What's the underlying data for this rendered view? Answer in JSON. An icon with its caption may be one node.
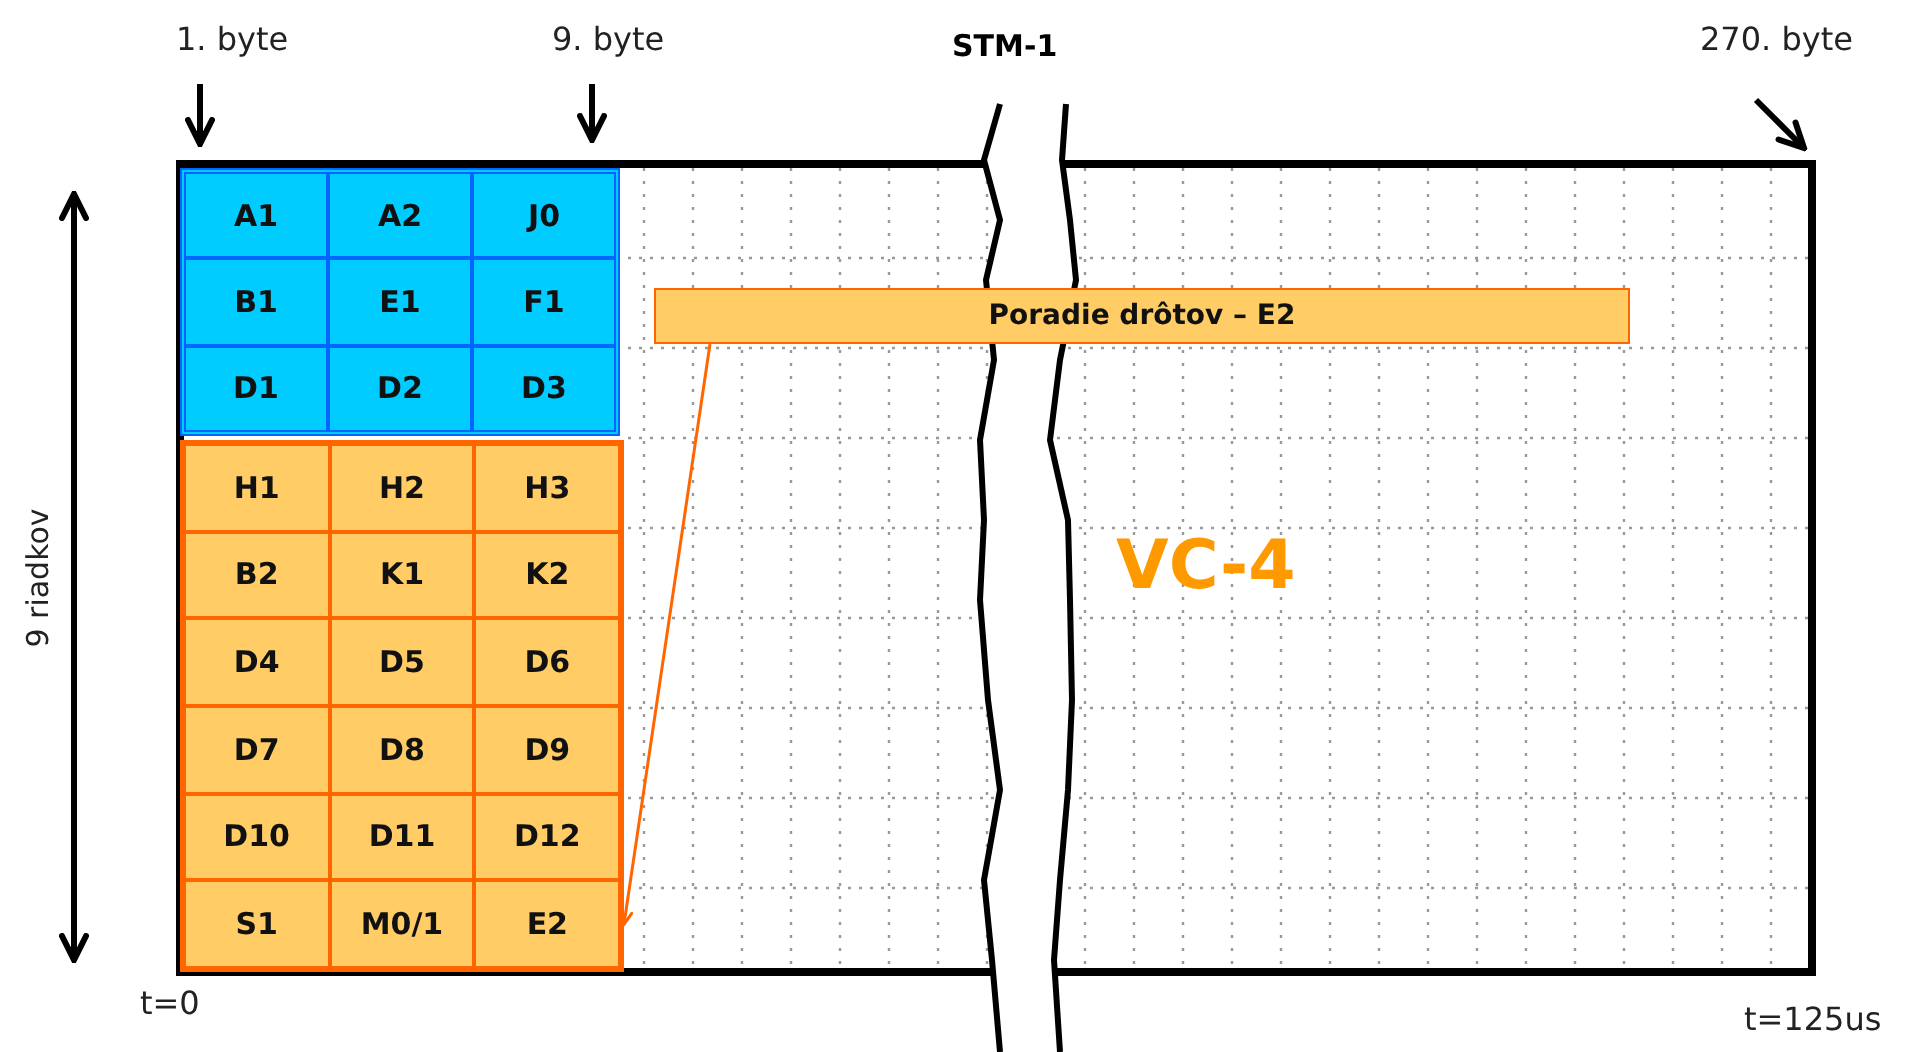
{
  "diagram": {
    "title": "STM-1",
    "nodes": [
      {
        "text": [],
        "shape": "box"
      },
      {
        "text": [],
        "shape": "box",
        "in": 0
      },
      {
        "text": [
          "A1"
        ],
        "in": 1
      },
      {
        "text": [
          "A2"
        ],
        "in": 1
      },
      {
        "text": [
          "J0"
        ],
        "in": 1
      },
      {
        "text": [
          "B1"
        ],
        "in": 1
      },
      {
        "text": [
          "E1"
        ],
        "in": 1
      },
      {
        "text": [
          "F1"
        ],
        "in": 1
      },
      {
        "text": [
          "D1"
        ],
        "in": 1
      },
      {
        "text": [
          "D2"
        ],
        "in": 1
      },
      {
        "text": [
          "D3"
        ],
        "in": 1
      },
      {
        "text": [],
        "shape": "box",
        "in": 0
      },
      {
        "text": [
          "H1"
        ],
        "in": 11
      },
      {
        "text": [
          "H2"
        ],
        "in": 11
      },
      {
        "text": [
          "H3"
        ],
        "in": 11
      },
      {
        "text": [
          "B2"
        ],
        "in": 11
      },
      {
        "text": [
          "K1"
        ],
        "in": 11
      },
      {
        "text": [
          "K2"
        ],
        "in": 11
      },
      {
        "text": [
          "D4"
        ],
        "in": 11
      },
      {
        "text": [
          "D5"
        ],
        "in": 11
      },
      {
        "text": [
          "D6"
        ],
        "in": 11
      },
      {
        "text": [
          "D7"
        ],
        "in": 11
      },
      {
        "text": [
          "D8"
        ],
        "in": 11
      },
      {
        "text": [
          "D9"
        ],
        "in": 11
      },
      {
        "text": [
          "D10"
        ],
        "in": 11
      },
      {
        "text": [
          "D11"
        ],
        "in": 11
      },
      {
        "text": [
          "D12"
        ],
        "in": 11
      },
      {
        "text": [
          "S1"
        ],
        "in": 11
      },
      {
        "text": [
          "M0/1"
        ],
        "in": 11
      },
      {
        "text": [
          "E2"
        ],
        "in": 11
      },
      {
        "text": [
          "Poradie drôtov – E2"
        ],
        "in": 0
      }
    ],
    "edges": [
      {
        "from": 30,
        "to": 29,
        "arrow": "to"
      }
    ],
    "labels": [
      "1. byte",
      "9. byte",
      "270. byte",
      "9 riadkov",
      "VC-4",
      "t=0",
      "t=125us"
    ]
  }
}
